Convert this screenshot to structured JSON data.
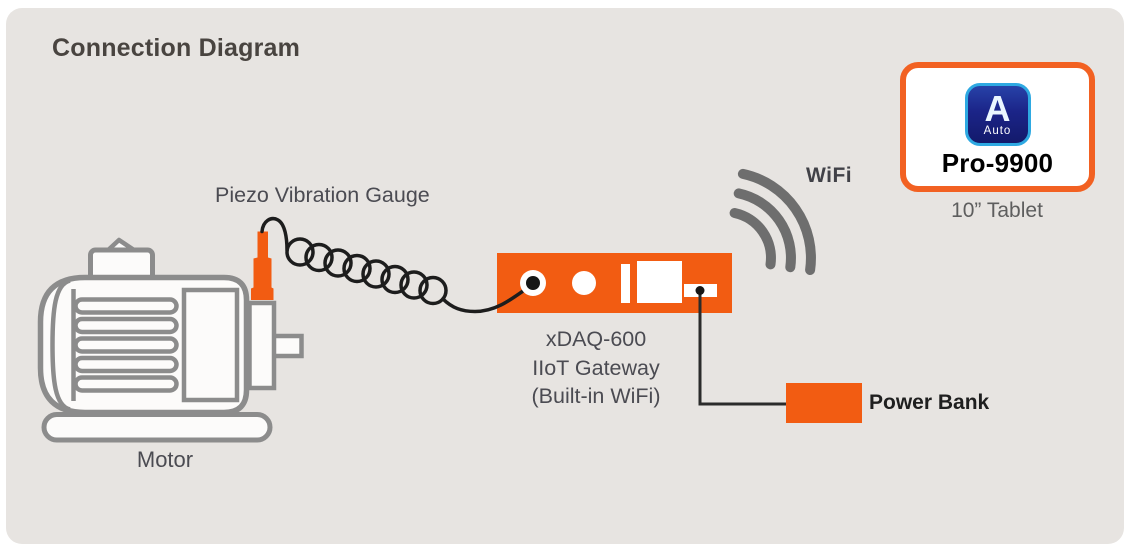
{
  "title": "Connection Diagram",
  "colors": {
    "panel_bg": "#E7E4E1",
    "accent_orange": "#F25C12",
    "motor_outline_gray": "#8C8C8C",
    "wifi_gray": "#6E6E6E",
    "cable_black": "#1D1D1D",
    "label_gray": "#4B4B52"
  },
  "motor": {
    "label": "Motor"
  },
  "sensor": {
    "label": "Piezo Vibration Gauge"
  },
  "gateway": {
    "line1": "xDAQ-600",
    "line2": "IIoT Gateway",
    "line3": "(Built-in WiFi)"
  },
  "wifi": {
    "label": "WiFi"
  },
  "power_bank": {
    "label": "Power Bank"
  },
  "tablet": {
    "app_icon_letter": "A",
    "app_icon_caption": "Auto",
    "model": "Pro-9900",
    "caption": "10” Tablet"
  }
}
